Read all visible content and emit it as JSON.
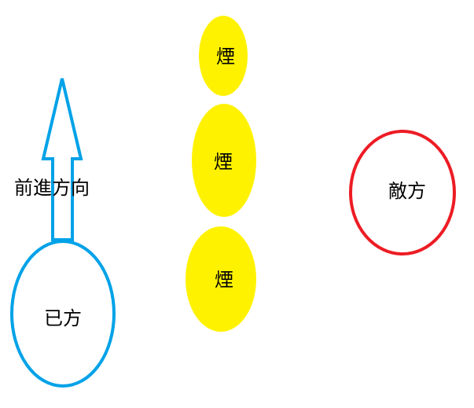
{
  "diagram": {
    "direction_label": "前進方向",
    "own_side_label": "已方",
    "enemy_label": "敵方",
    "smoke_labels": [
      "煙",
      "煙",
      "煙"
    ]
  },
  "colors": {
    "own_side": "#00a2e8",
    "enemy": "#ed1c24",
    "smoke": "#fff200",
    "arrow": "#00a2e8",
    "text": "#000000"
  },
  "icons": {
    "arrow": "up-arrow-icon"
  }
}
